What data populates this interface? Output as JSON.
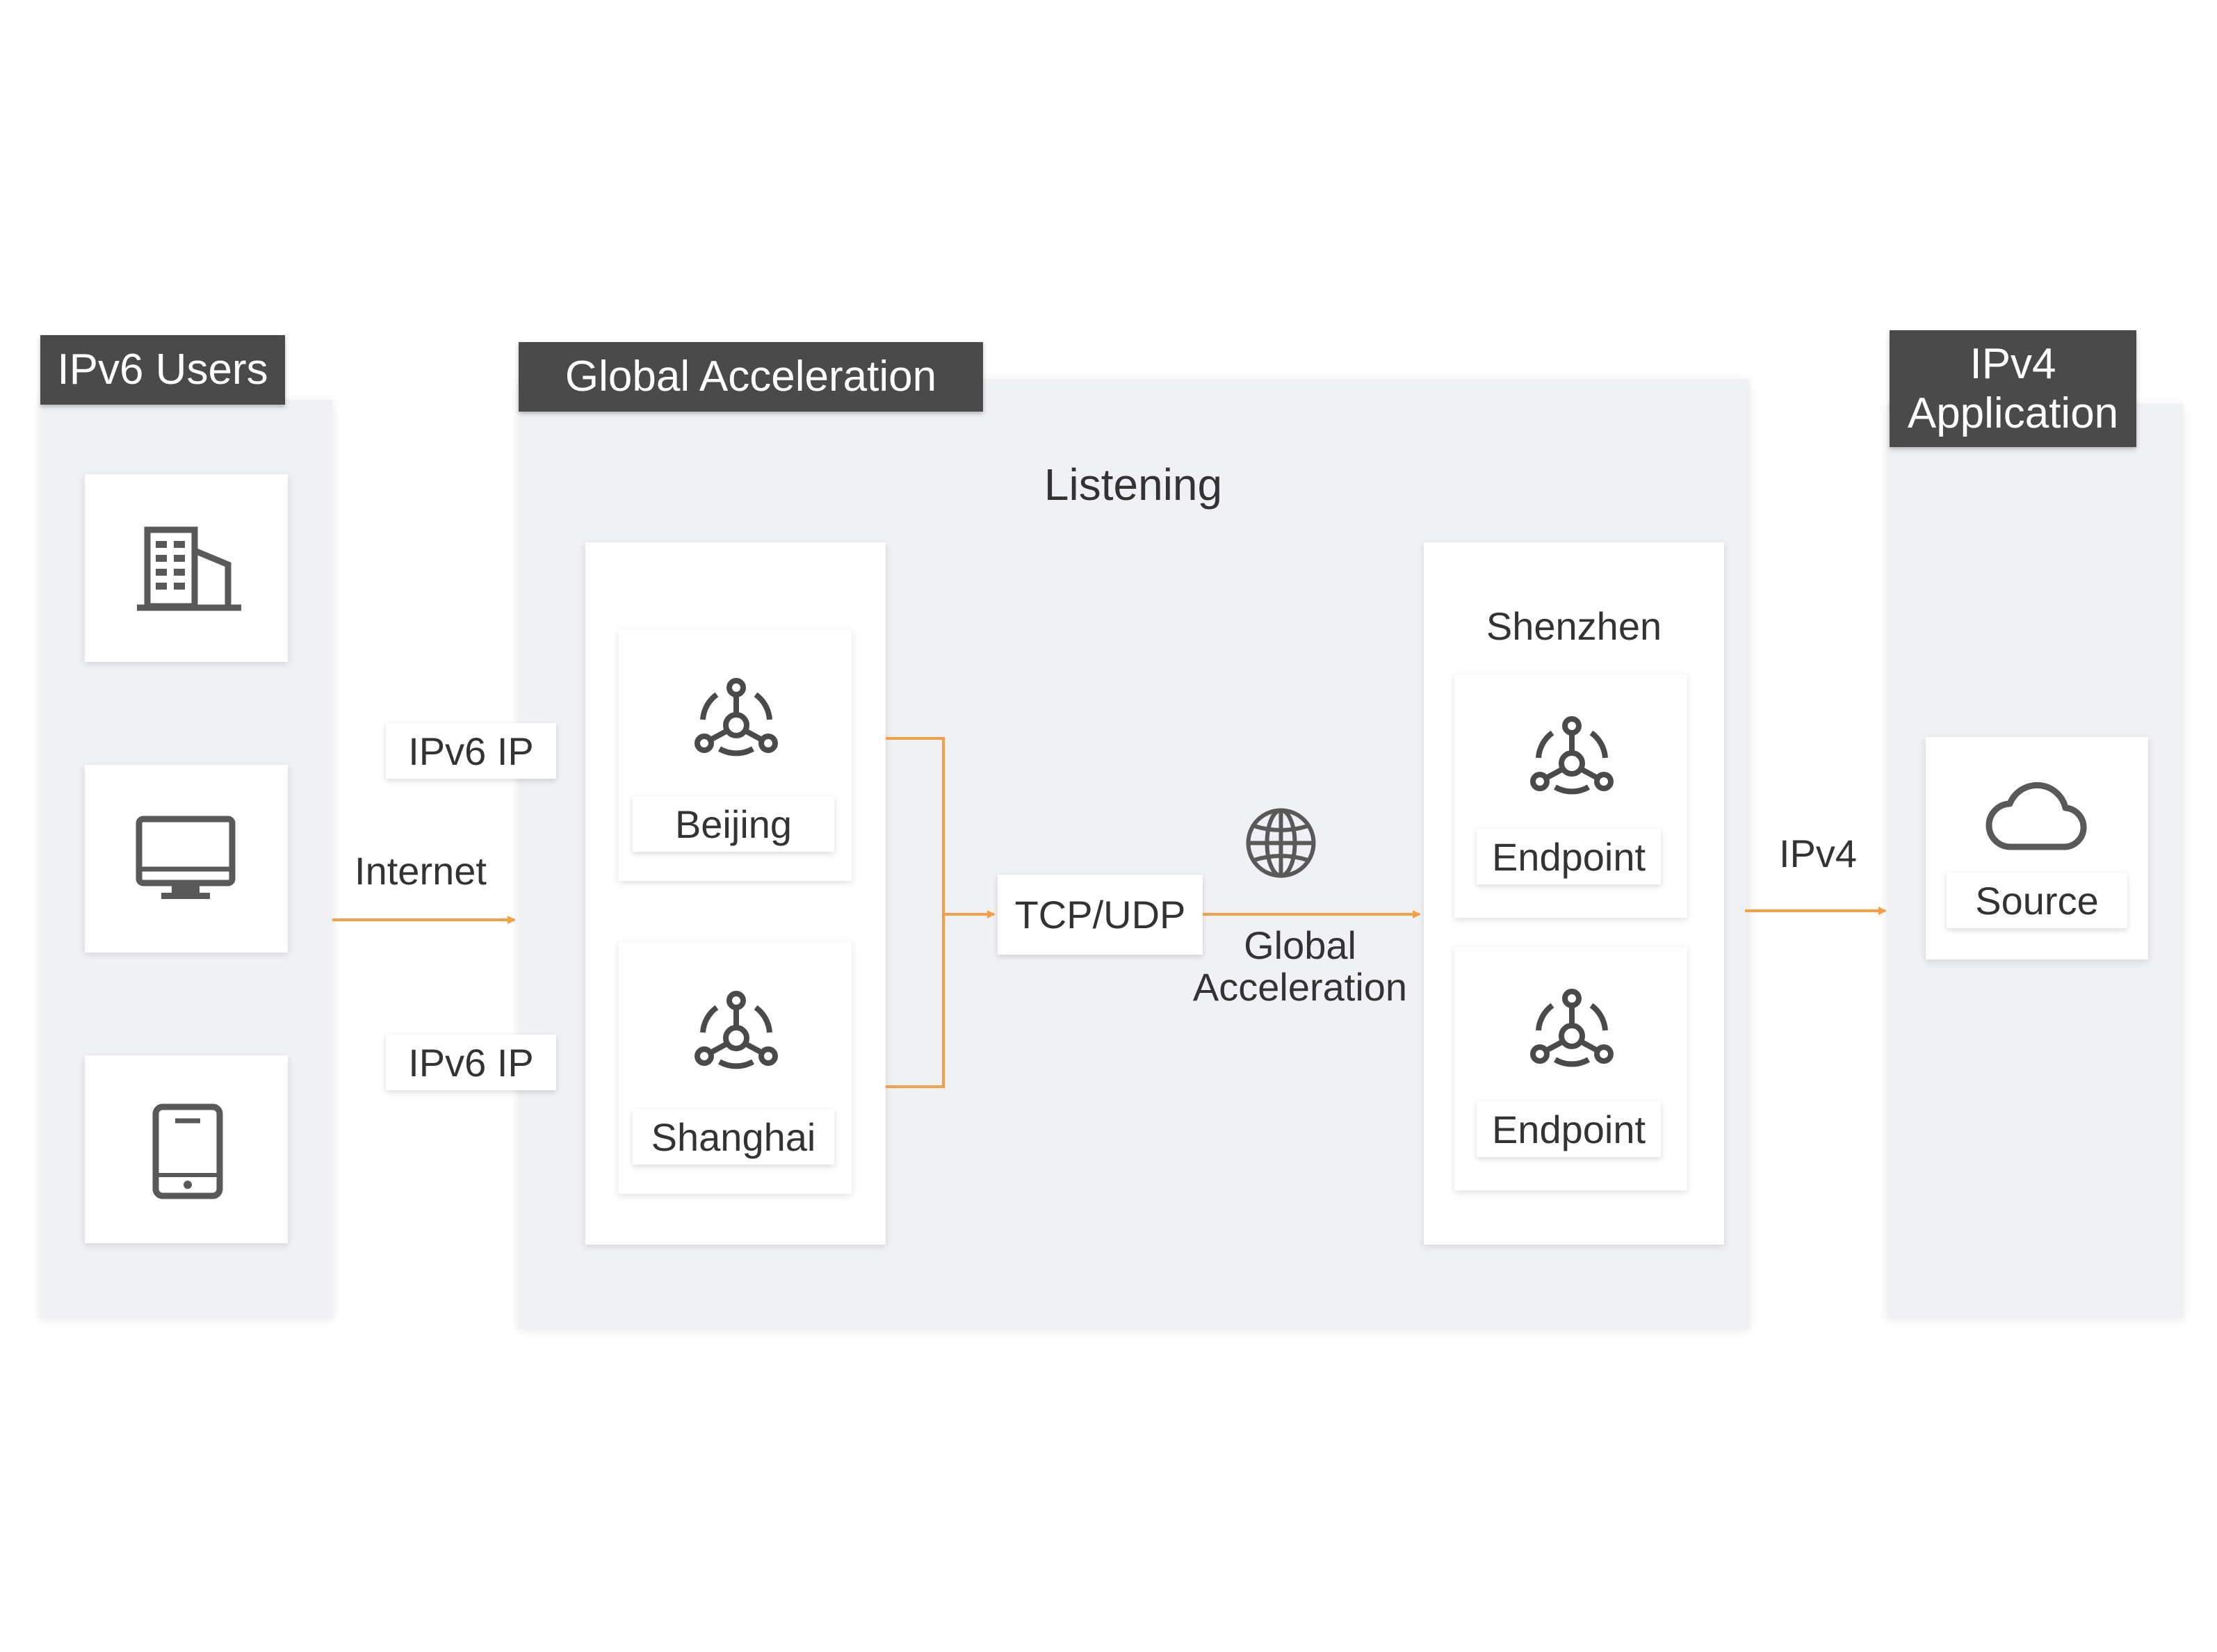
{
  "users": {
    "title": "IPv6 Users"
  },
  "acceleration": {
    "title": "Global Acceleration",
    "listening_label": "Listening",
    "beijing_label": "Beijing",
    "shanghai_label": "Shanghai",
    "ipv6_ip_top": "IPv6 IP",
    "ipv6_ip_bottom": "IPv6 IP",
    "protocol_label": "TCP/UDP",
    "network_label_line1": "Global",
    "network_label_line2": "Acceleration",
    "region_label": "Shenzhen",
    "endpoint_top_label": "Endpoint",
    "endpoint_bottom_label": "Endpoint"
  },
  "links": {
    "internet_label": "Internet",
    "ipv4_label": "IPv4"
  },
  "application": {
    "title_line1": "IPv4",
    "title_line2": "Application",
    "source_label": "Source"
  },
  "colors": {
    "arrow": "#f5a047",
    "panel": "#eff1f4",
    "tab": "#4a4a4a",
    "icon": "#595959"
  },
  "icons": [
    "building-icon",
    "monitor-icon",
    "tablet-icon",
    "node-icon",
    "globe-icon",
    "cloud-icon"
  ]
}
